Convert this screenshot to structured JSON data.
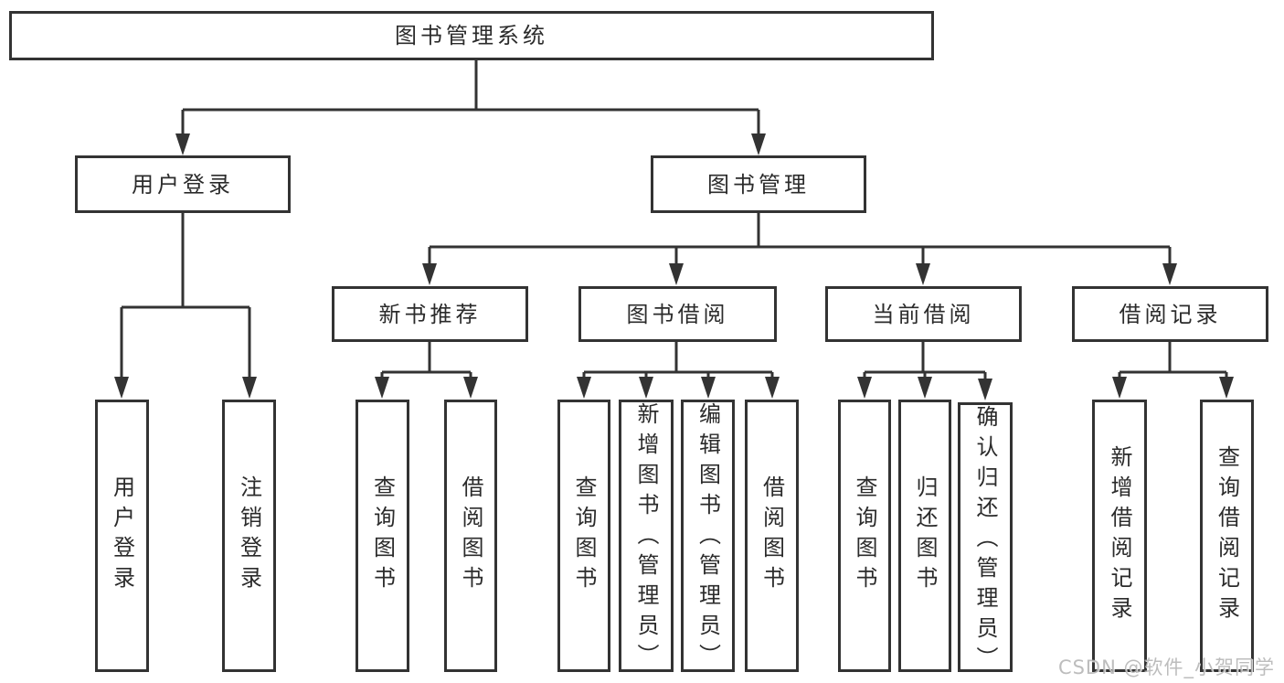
{
  "tree": {
    "root": "图书管理系统",
    "children": [
      {
        "label": "用户登录",
        "children": [
          "用户登录",
          "注销登录"
        ]
      },
      {
        "label": "图书管理",
        "children": [
          {
            "label": "新书推荐",
            "children": [
              "查询图书",
              "借阅图书"
            ]
          },
          {
            "label": "图书借阅",
            "children": [
              "查询图书",
              "新增图书（管理员）",
              "编辑图书（管理员）",
              "借阅图书"
            ]
          },
          {
            "label": "当前借阅",
            "children": [
              "查询图书",
              "归还图书",
              "确认归还（管理员）"
            ]
          },
          {
            "label": "借阅记录",
            "children": [
              "新增借阅记录",
              "查询借阅记录"
            ]
          }
        ]
      }
    ]
  },
  "watermark": "CSDN @软件_小贺同学",
  "colors": {
    "line": "#333333",
    "text": "#2b2b2b",
    "background": "#ffffff",
    "watermark": "#b2b2b2"
  }
}
